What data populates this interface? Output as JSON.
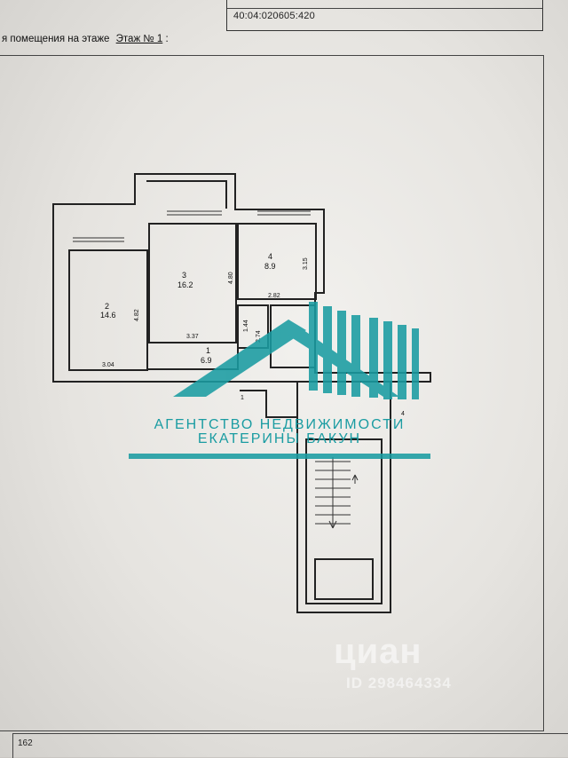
{
  "header": {
    "cadastral_number": "40:04:020605:420",
    "floor_label": "я помещения на этаже",
    "floor_value": "Этаж № 1",
    "floor_suffix": ":"
  },
  "rooms": [
    {
      "number": "2",
      "area": "14.6"
    },
    {
      "number": "3",
      "area": "16.2"
    },
    {
      "number": "4",
      "area": "8.9"
    },
    {
      "number": "1",
      "area": "6.9"
    }
  ],
  "dimensions": [
    "4.82",
    "4.80",
    "3.15",
    "2.82",
    "3.37",
    "3.04",
    "1.44",
    "2.74"
  ],
  "stair_markers": [
    "1",
    "4"
  ],
  "watermark": {
    "line1": "АГЕНТСТВО НЕДВИЖИМОСТИ",
    "line2": "ЕКАТЕРИНЫ БАКУН",
    "brand_color": "#1a9ca2",
    "cian_logo": "циан",
    "cian_id": "ID 298464334"
  },
  "footer": {
    "page_number": "162"
  }
}
